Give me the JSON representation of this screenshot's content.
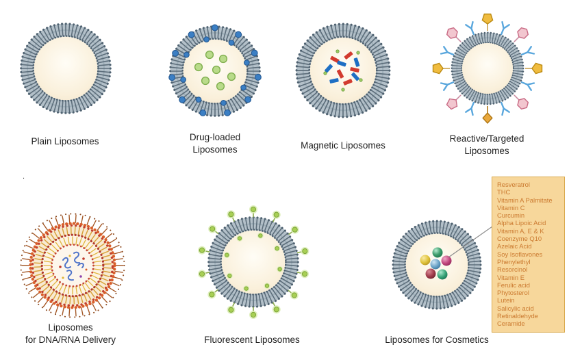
{
  "figure": {
    "liposomes": [
      {
        "id": "plain",
        "label": "Plain Liposomes"
      },
      {
        "id": "drug_loaded",
        "label": "Drug-loaded\nLiposomes"
      },
      {
        "id": "magnetic",
        "label": "Magnetic Liposomes"
      },
      {
        "id": "reactive",
        "label": "Reactive/Targeted\nLiposomes"
      },
      {
        "id": "dna_rna",
        "label": "Liposomes\nfor DNA/RNA Delivery"
      },
      {
        "id": "fluorescent",
        "label": "Fluorescent Liposomes"
      },
      {
        "id": "cosmetics",
        "label": "Liposomes for Cosmetics"
      }
    ],
    "cosmetics_ingredients": [
      "Resveratrol",
      "THC",
      "Vitamin A Palmitate",
      "Vitamin C",
      "Curcumin",
      "Alpha Lipoic Acid",
      "Vitamin A, E & K",
      "Coenzyme Q10",
      "Azelaic Acid",
      "Soy Isoflavones",
      "Phenylethyl Resorcinol",
      "Vitamin E",
      "Ferulic acid",
      "Phytosterol",
      "Lutein",
      "Salicylic acid",
      "Retinaldehyde",
      "Ceramide"
    ],
    "stray_mark": ".",
    "colors": {
      "membrane_dark": "#4e6170",
      "membrane_band": "#b3c0c9",
      "interior_cream": "#f9efdc",
      "drug_dot_blue": "#3b7fc4",
      "drug_cargo_green": "#b9db8a",
      "magnet_red": "#d23b2f",
      "magnet_blue": "#1e6fc4",
      "antibody_blue": "#5aa7dd",
      "target_pink": "#f2c6cf",
      "target_yellow": "#f0bc3f",
      "fluor_green": "#a8cf55",
      "dna_orange": "#d95f2b",
      "dna_yellow": "#d9a23a",
      "box_bg": "#f7d79b",
      "box_border": "#d9a94e",
      "box_text": "#cb7a30",
      "label_text": "#222222"
    }
  }
}
